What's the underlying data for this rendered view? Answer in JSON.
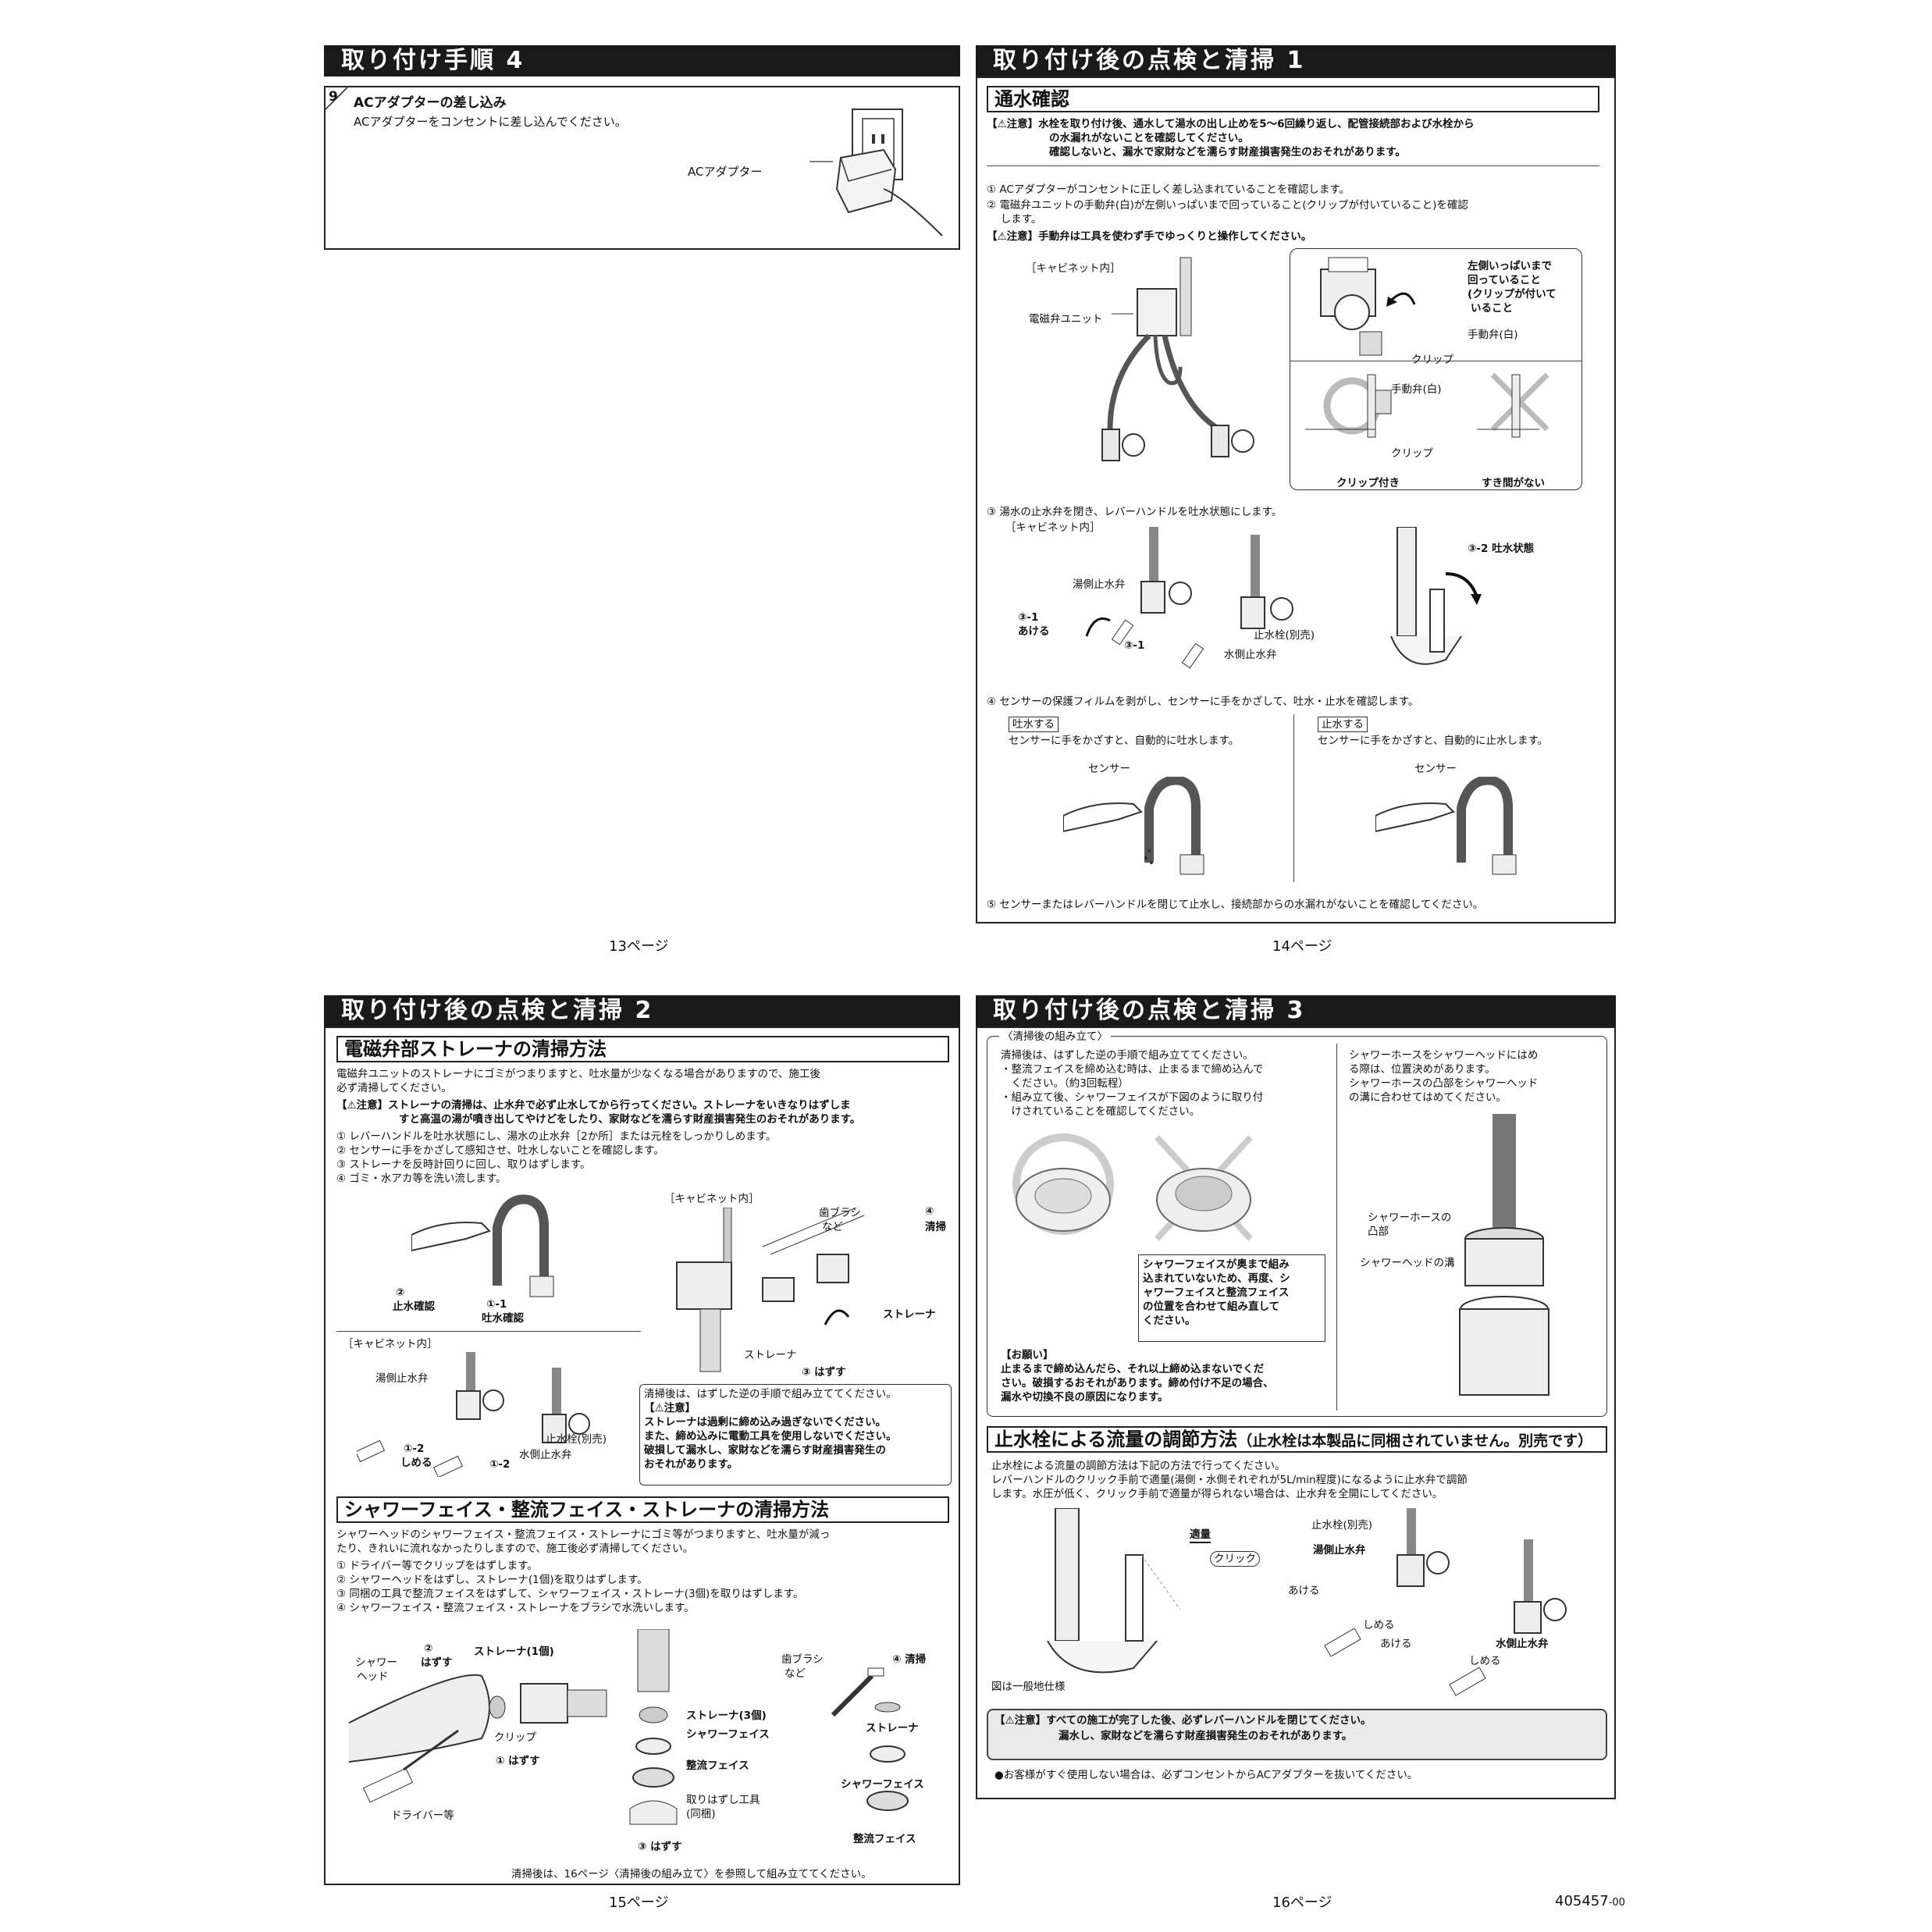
{
  "doc_code": "405457",
  "doc_code_suffix": "-00",
  "page13": {
    "title": "取り付け手順 4",
    "step_no": "9",
    "step_title": "ACアダプターの差し込み",
    "step_text": "ACアダプターをコンセントに差し込んでください。",
    "label_adapter": "ACアダプター",
    "page_label": "13ページ"
  },
  "page14": {
    "title": "取り付け後の点検と清掃 1",
    "sub": "通水確認",
    "caution1": [
      "【⚠注意】水栓を取り付け後、通水して湯水の出し止めを5～6回繰り返し、配管接続部および水栓から",
      "の水漏れがないことを確認してください。",
      "確認しないと、漏水で家財などを濡らす財産損害発生のおそれがあります。"
    ],
    "items": [
      "① ACアダプターがコンセントに正しく差し込まれていることを確認します。",
      "② 電磁弁ユニットの手動弁(白)が左側いっぱいまで回っていること(クリップが付いていること)を確認",
      "　 します。"
    ],
    "caution2": "【⚠注意】手動弁は工具を使わず手でゆっくりと操作してください。",
    "cabinet": "［キャビネット内］",
    "label_unit": "電磁弁ユニット",
    "label_left_full": [
      "左側いっぱいまで",
      "回っていること",
      "(クリップが付いて",
      "いること"
    ],
    "label_manual_valve": "手動弁(白)",
    "label_clip": "クリップ",
    "label_manual_valve2": "手動弁(白)",
    "label_clip2": "クリップ",
    "label_with_clip": "クリップ付き",
    "label_no_gap": "すき間がない",
    "item3": "③ 湯水の止水弁を閉き、レバーハンドルを吐水状態にします。",
    "cabinet2": "［キャビネット内］",
    "label_hot_valve": "湯側止水弁",
    "label_31_open": [
      "③-1",
      "あける"
    ],
    "label_31": "③-1",
    "label_stop_valve": "止水栓(別売)",
    "label_cold_valve": "水側止水弁",
    "label_32": "③-2 吐水状態",
    "item4": "④ センサーの保護フィルムを剥がし、センサーに手をかざして、吐水・止水を確認します。",
    "box_discharge": "吐水する",
    "text_discharge": "センサーに手をかざすと、自動的に吐水します。",
    "box_stop": "止水する",
    "text_stop": "センサーに手をかざすと、自動的に止水します。",
    "label_sensor": "センサー",
    "label_sensor2": "センサー",
    "item5": "⑤ センサーまたはレバーハンドルを閉じて止水し、接続部からの水漏れがないことを確認してください。",
    "page_label": "14ページ"
  },
  "page15": {
    "title": "取り付け後の点検と清掃 2",
    "sub1": "電磁弁部ストレーナの清掃方法",
    "intro1": [
      "電磁弁ユニットのストレーナにゴミがつまりますと、吐水量が少なくなる場合がありますので、施工後",
      "必ず清掃してください。"
    ],
    "caution1": [
      "【⚠注意】ストレーナの清掃は、止水弁で必ず止水してから行ってください。ストレーナをいきなりはずしま",
      "すと高温の湯が噴き出してやけどをしたり、家財などを濡らす財産損害発生のおそれがあります。"
    ],
    "steps1": [
      "① レバーハンドルを吐水状態にし、湯水の止水弁［2か所］または元栓をしっかりしめます。",
      "② センサーに手をかざして感知させ、吐水しないことを確認します。",
      "③ ストレーナを反時計回りに回し、取りはずします。",
      "④ ゴミ・水アカ等を洗い流します。"
    ],
    "cabinet": "［キャビネット内］",
    "label_toothbrush": [
      "歯ブラシ",
      "など"
    ],
    "label_4_clean": [
      "④",
      "清掃"
    ],
    "label_strainer": "ストレーナ",
    "label_2_stopcheck": [
      "②",
      "止水確認"
    ],
    "label_11": [
      "①-1",
      "吐水確認"
    ],
    "label_strainer2": "ストレーナ",
    "label_3_remove": "③ はずす",
    "cabinet2": "［キャビネット内］",
    "label_hot_valve": "湯側止水弁",
    "label_12_close": [
      "①-2",
      "しめる"
    ],
    "label_12": "①-2",
    "label_stop_valve": "止水栓(別売)",
    "label_cold_valve": "水側止水弁",
    "note_box": [
      "清掃後は、はずした逆の手順で組み立ててください。",
      "【⚠注意】",
      "ストレーナは過剰に締め込み過ぎないでください。",
      "また、締め込みに電動工具を使用しないでください。",
      "破損して漏水し、家財などを濡らす財産損害発生の",
      "おそれがあります。"
    ],
    "sub2": "シャワーフェイス・整流フェイス・ストレーナの清掃方法",
    "intro2": [
      "シャワーヘッドのシャワーフェイス・整流フェイス・ストレーナにゴミ等がつまりますと、吐水量が減っ",
      "たり、きれいに流れなかったりしますので、施工後必ず清掃してください。"
    ],
    "steps2": [
      "① ドライバー等でクリップをはずします。",
      "② シャワーヘッドをはずし、ストレーナ(1個)を取りはずします。",
      "③ 同梱の工具で整流フェイスをはずして、シャワーフェイス・ストレーナ(3個)を取りはずします。",
      "④ シャワーフェイス・整流フェイス・ストレーナをブラシで水洗いします。"
    ],
    "label_shower_head": [
      "シャワー",
      "ヘッド"
    ],
    "label_2_remove": [
      "②",
      "はずす"
    ],
    "label_strainer1": "ストレーナ(1個)",
    "label_clip": "クリップ",
    "label_1_remove": "① はずす",
    "label_driver": "ドライバー等",
    "label_strainer3": "ストレーナ(3個)",
    "label_shower_face": "シャワーフェイス",
    "label_flow_face": "整流フェイス",
    "label_tool": [
      "取りはずし工具",
      "(同梱)"
    ],
    "label_toothbrush2": [
      "歯ブラシ",
      "など"
    ],
    "label_4_clean2": "④ 清掃",
    "label_strainer_b": "ストレーナ",
    "label_shower_face_b": "シャワーフェイス",
    "label_flow_face_b": "整流フェイス",
    "footer": "清掃後は、16ページ〈清掃後の組み立て〉を参照して組み立ててください。",
    "page_label": "15ページ"
  },
  "page16": {
    "title": "取り付け後の点検と清掃 3",
    "assembly_title": "〈清掃後の組み立て〉",
    "assembly_text": [
      "清掃後は、はずした逆の手順で組み立ててください。",
      "・整流フェイスを締め込む時は、止まるまで締め込んで",
      "　ください。（約3回転程）",
      "・組み立て後、シャワーフェイスが下図のように取り付",
      "　けされていることを確認してください。"
    ],
    "right_text": [
      "シャワーホースをシャワーヘッドにはめ",
      "る際は、位置決めがあります。",
      "シャワーホースの凸部をシャワーヘッド",
      "の溝に合わせてはめてください。"
    ],
    "warn_box": [
      "シャワーフェイスが奥まで組み",
      "込まれていないため、再度、シ",
      "ャワーフェイスと整流フェイス",
      "の位置を合わせて組み直して",
      "ください。"
    ],
    "request_title": "【お願い】",
    "request_text": [
      "止まるまで締め込んだら、それ以上締め込まないでくだ",
      "さい。破損するおそれがあります。締め付け不足の場合、",
      "漏水や切換不良の原因になります。"
    ],
    "label_hose_convex": [
      "シャワーホースの",
      "凸部"
    ],
    "label_head_groove": "シャワーヘッドの溝",
    "sub": "止水栓による流量の調節方法",
    "sub_note": "（止水栓は本製品に同梱されていません。別売です）",
    "flow_text": [
      "止水栓による流量の調節方法は下記の方法で行ってください。",
      "レバーハンドルのクリック手前で適量(湯側・水側それぞれが5L/min程度)になるように止水弁で調節",
      "します。水圧が低く、クリック手前で適量が得られない場合は、止水弁を全開にしてください。"
    ],
    "label_appropriate": "適量",
    "label_click": "クリック",
    "label_stop_valve": "止水栓(別売)",
    "label_hot_valve": "湯側止水弁",
    "label_open": "あける",
    "label_close": "しめる",
    "label_open2": "あける",
    "label_cold_valve": "水側止水弁",
    "label_close2": "しめる",
    "label_general": "図は一般地仕様",
    "final_caution": [
      "【⚠注意】すべての施工が完了した後、必ずレバーハンドルを閉じてください。",
      "漏水し、家財などを濡らす財産損害発生のおそれがあります。"
    ],
    "final_note": "●お客様がすぐ使用しない場合は、必ずコンセントからACアダプターを抜いてください。",
    "page_label": "16ページ"
  }
}
